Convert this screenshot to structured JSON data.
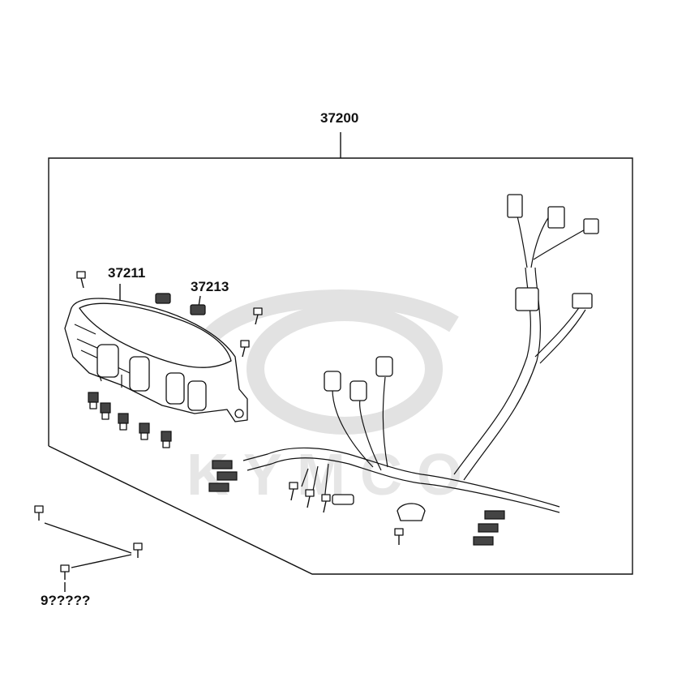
{
  "parts": {
    "assembly": "37200",
    "meter": "37211",
    "cushion": "37213",
    "screw": "9?????"
  },
  "watermark": {
    "brand": "KYMCO"
  },
  "colors": {
    "ink": "#111111",
    "watermark": "#e2e2e2"
  }
}
